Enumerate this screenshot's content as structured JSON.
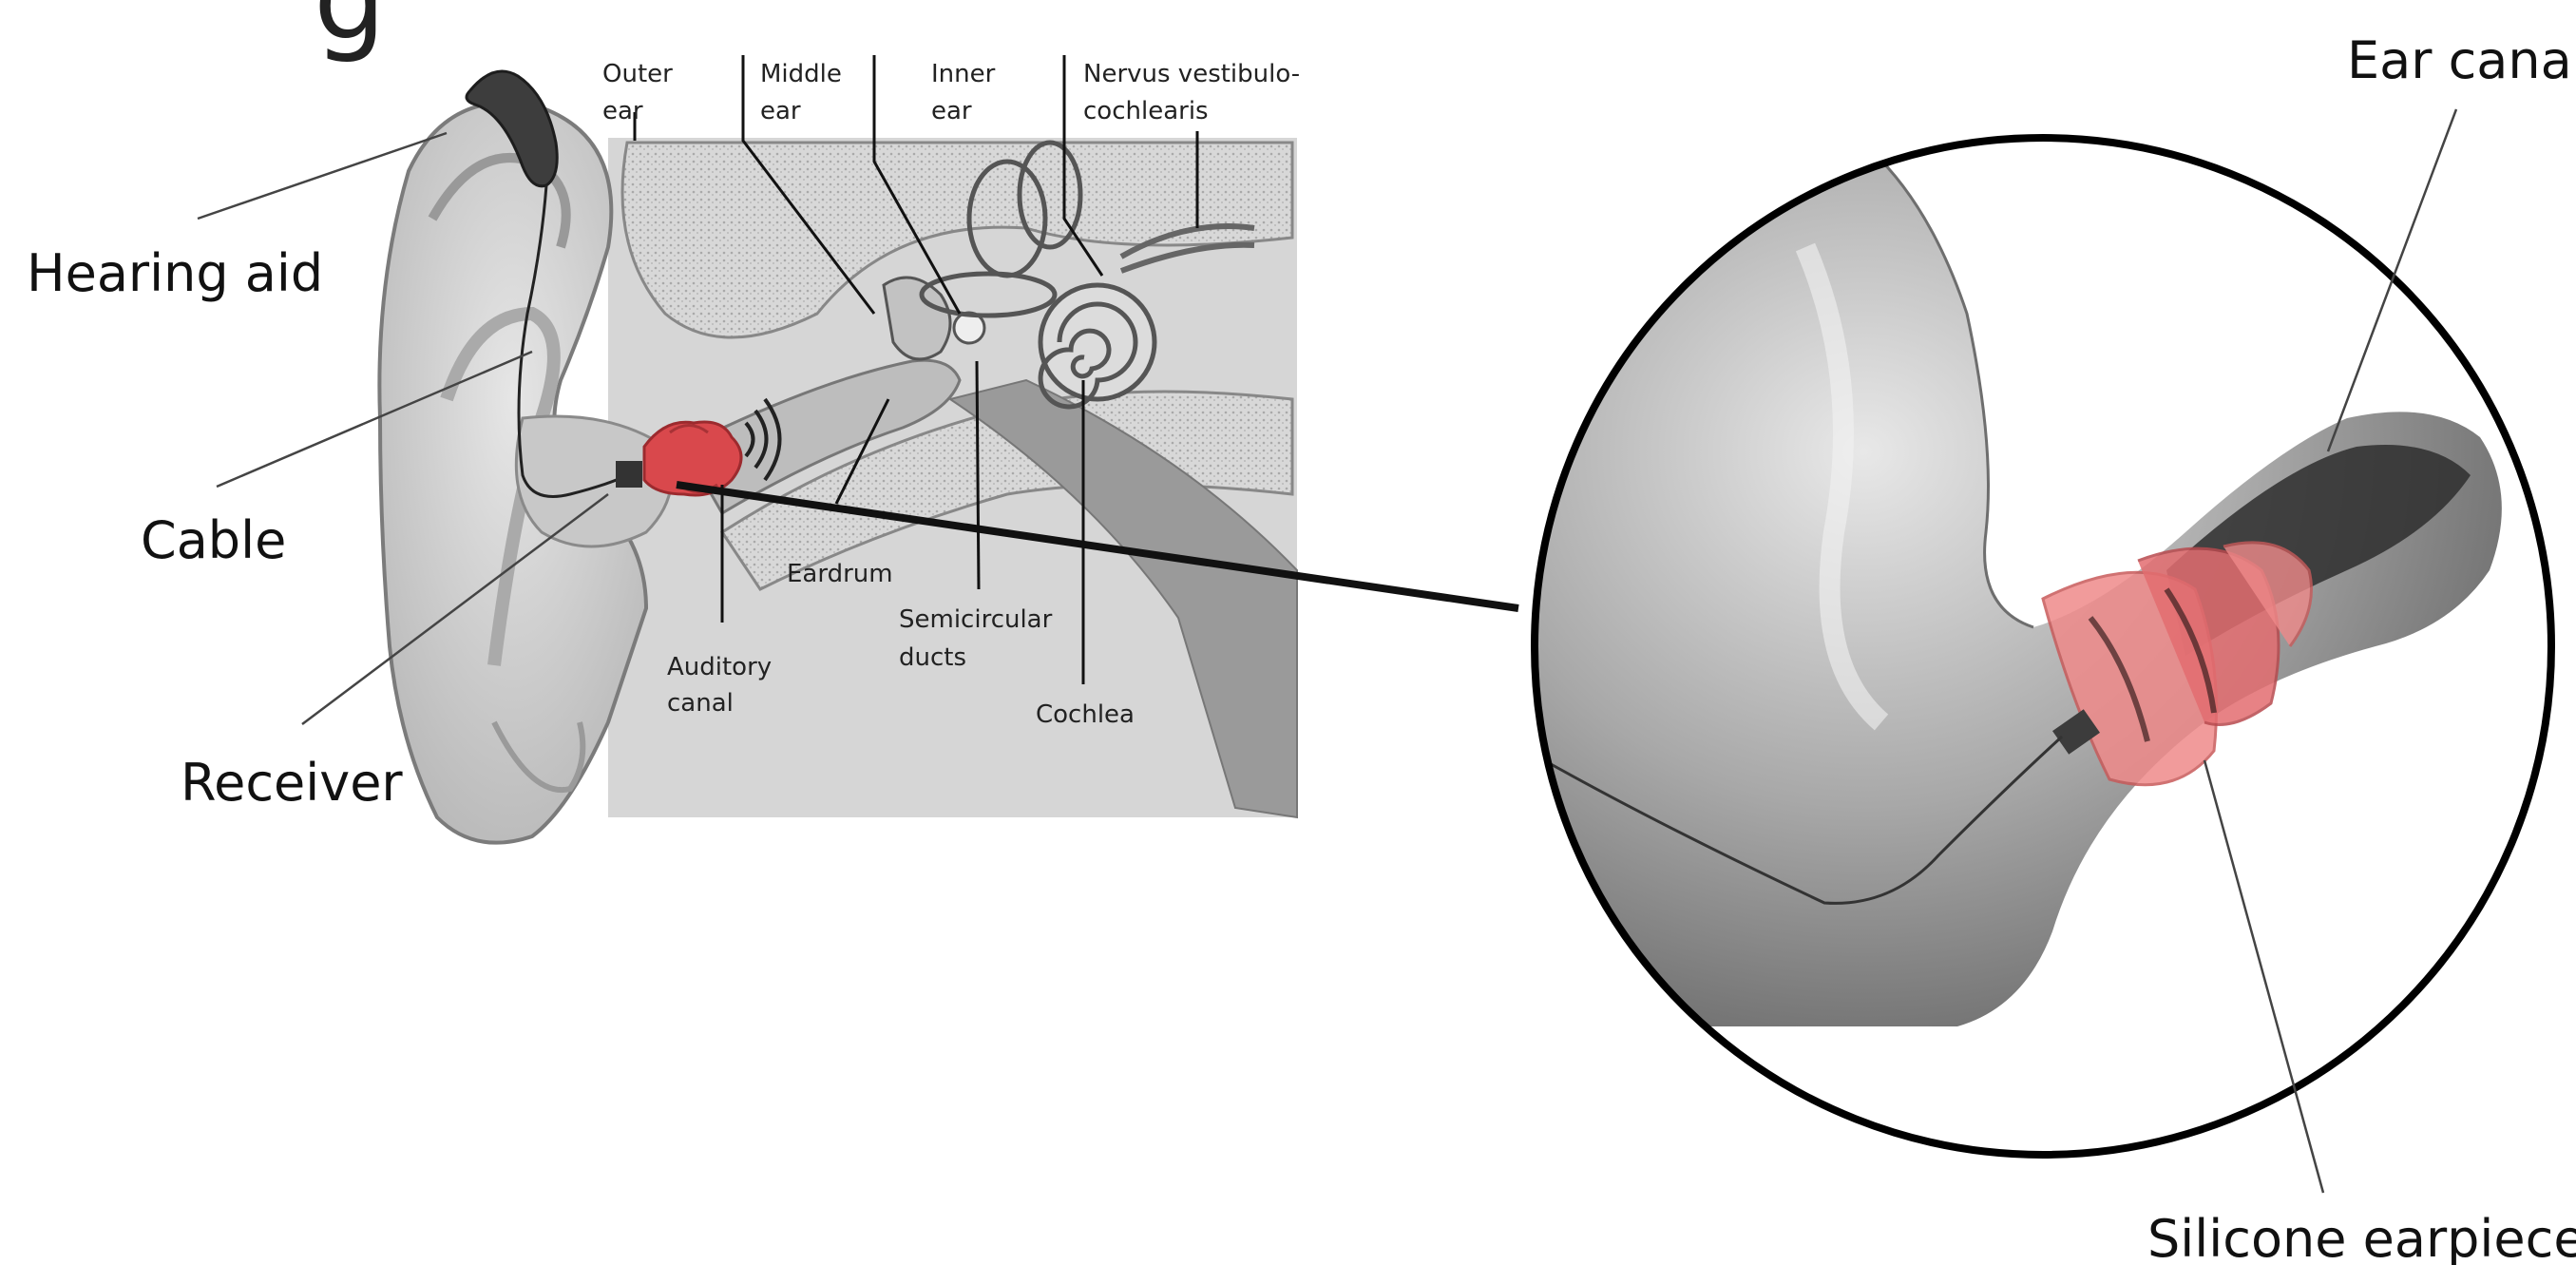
{
  "title_fragment": "g",
  "labels": {
    "hearing_aid": "Hearing aid",
    "cable": "Cable",
    "receiver": "Receiver",
    "ear_canal": "Ear canal",
    "silicone_earpiece": "Silicone earpiece"
  },
  "anatomy_labels": {
    "outer_ear": [
      "Outer",
      "ear"
    ],
    "middle_ear": [
      "Middle",
      "ear"
    ],
    "inner_ear": [
      "Inner",
      "ear"
    ],
    "nervus": [
      "Nervus vestibulo-",
      "cochlearis"
    ],
    "eardrum": "Eardrum",
    "auditory_canal": [
      "Auditory",
      "canal"
    ],
    "semicircular_ducts": [
      "Semicircular",
      "ducts"
    ],
    "cochlea": "Cochlea"
  },
  "colors": {
    "earpiece_red": "#d9484c",
    "earpiece_pink": "#ef8a8a",
    "anatomy_gray": "#c9c9c9",
    "canal_gray": "#8c8c8c"
  }
}
